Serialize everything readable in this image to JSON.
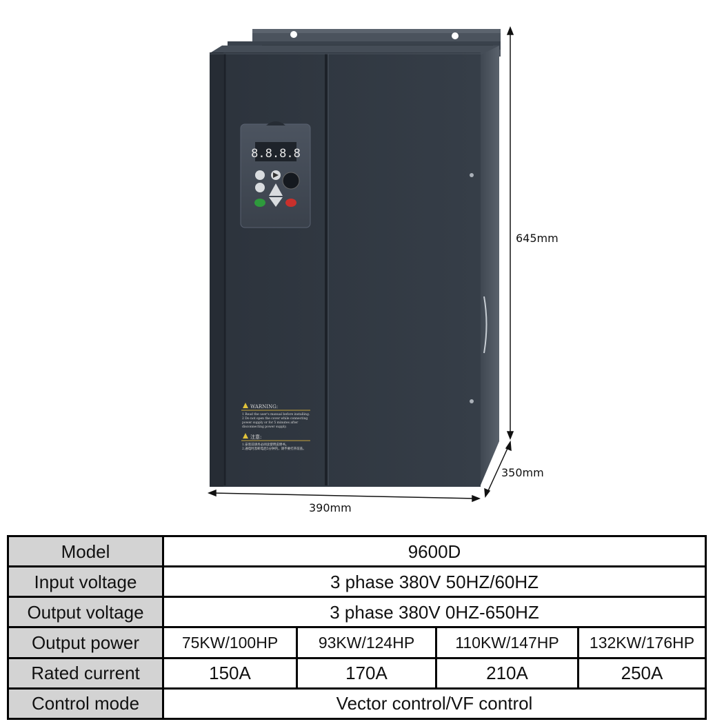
{
  "product": {
    "name": "variable frequency drive",
    "colors": {
      "cabinet": "#2f3640",
      "cabinet_side": "#4a525c",
      "keypad": "#424a55",
      "run_key": "#2e9a3c",
      "stop_key": "#c9302c",
      "table_header": "#d3d3d3"
    },
    "warning_label": {
      "title": "WARNING:",
      "lines": [
        "1 Read the user's manual before installing.",
        "2 Do not open the cover while connecting",
        "power supply   or for 5 minutes after",
        "disconnecting   power supply."
      ],
      "cn_title": "注意:",
      "cn_lines": [
        "1.安装前请务必阅读使用说明书。",
        "2.通电时及断电后5分钟内，请不要打开前盖。"
      ]
    },
    "display_digits": "8.8.8.8"
  },
  "dimensions": {
    "height": "645mm",
    "depth": "350mm",
    "width": "390mm"
  },
  "specs": {
    "rows": [
      {
        "label": "Model",
        "values": [
          "9600D"
        ]
      },
      {
        "label": "Input voltage",
        "values": [
          "3 phase 380V 50HZ/60HZ"
        ]
      },
      {
        "label": "Output voltage",
        "values": [
          "3 phase 380V 0HZ-650HZ"
        ]
      },
      {
        "label": "Output power",
        "values": [
          "75KW/100HP",
          "93KW/124HP",
          "110KW/147HP",
          "132KW/176HP"
        ]
      },
      {
        "label": "Rated current",
        "values": [
          "150A",
          "170A",
          "210A",
          "250A"
        ]
      },
      {
        "label": "Control mode",
        "values": [
          "Vector control/VF control"
        ]
      }
    ]
  }
}
